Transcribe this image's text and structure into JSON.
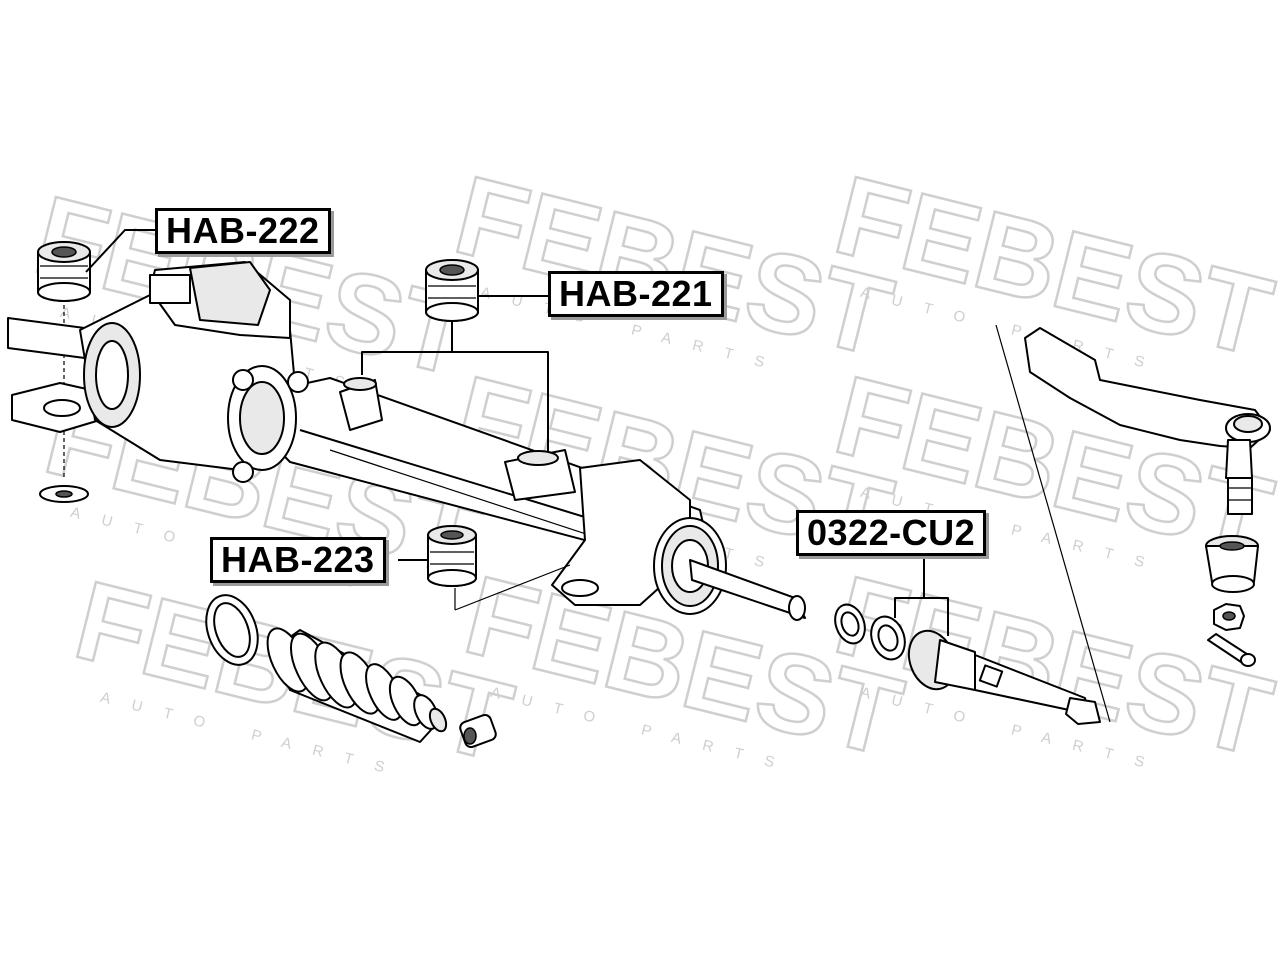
{
  "watermark": {
    "brand": "FEBEST",
    "sub": "AUTO PARTS"
  },
  "labels": {
    "hab222": "HAB-222",
    "hab221": "HAB-221",
    "hab223": "HAB-223",
    "cu2": "0322-CU2"
  }
}
